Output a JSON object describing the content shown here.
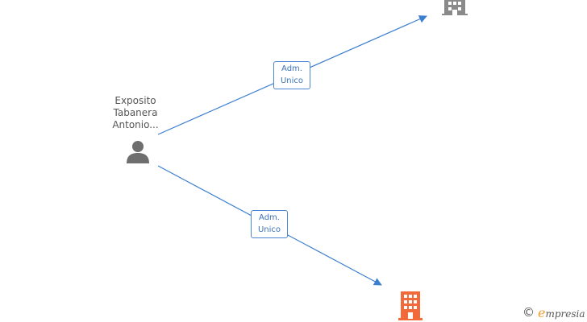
{
  "person": {
    "name_lines": [
      "Exposito",
      "Tabanera",
      "Antonio..."
    ],
    "icon": "person-icon"
  },
  "companies": [
    {
      "icon": "building-icon",
      "color": "#8a8a8a"
    },
    {
      "icon": "building-icon",
      "color": "#f26a3a"
    }
  ],
  "edges": [
    {
      "label_lines": [
        "Adm.",
        "Unico"
      ]
    },
    {
      "label_lines": [
        "Adm.",
        "Unico"
      ]
    }
  ],
  "colors": {
    "edge": "#3d7fcf",
    "person": "#6e6e6e"
  },
  "watermark": {
    "copyright": "©",
    "brand_initial": "e",
    "brand_rest": "mpresia"
  }
}
